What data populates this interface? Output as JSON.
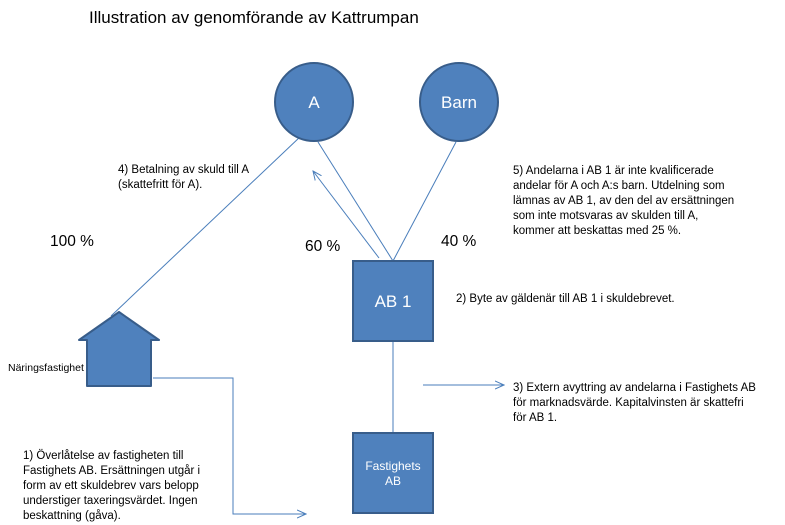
{
  "title": "Illustration av genomförande  av Kattrumpan",
  "nodes": {
    "a": "A",
    "barn": "Barn",
    "ab1": "AB 1",
    "fastighets_ab_line1": "Fastighets",
    "fastighets_ab_line2": "AB",
    "naringsfastighet": "Näringsfastighet"
  },
  "percentages": {
    "hundred": "100 %",
    "sixty": "60 %",
    "forty": "40 %"
  },
  "notes": {
    "n1": [
      "1) Överlåtelse av fastigheten till",
      "Fastighets AB. Ersättningen utgår i",
      "form av ett skuldebrev vars belopp",
      "understiger taxeringsvärdet. Ingen",
      "beskattning (gåva)."
    ],
    "n2": [
      "2) Byte av gäldenär till AB 1 i skuldebrevet."
    ],
    "n3": [
      "3) Extern avyttring av andelarna i Fastighets AB",
      "för marknadsvärde. Kapitalvinsten är skattefri",
      "för AB 1."
    ],
    "n4": [
      "4) Betalning av skuld till A",
      "(skattefritt för A)."
    ],
    "n5": [
      "5) Andelarna i AB 1 är inte kvalificerade",
      "andelar för A och A:s barn. Utdelning som",
      "lämnas av AB 1, av den del av ersättningen",
      "som inte motsvaras av skulden till A,",
      "kommer att beskattas med 25 %."
    ]
  },
  "colors": {
    "fill": "#4F81BD",
    "stroke": "#385D8A",
    "line": "#4A7EBB"
  }
}
